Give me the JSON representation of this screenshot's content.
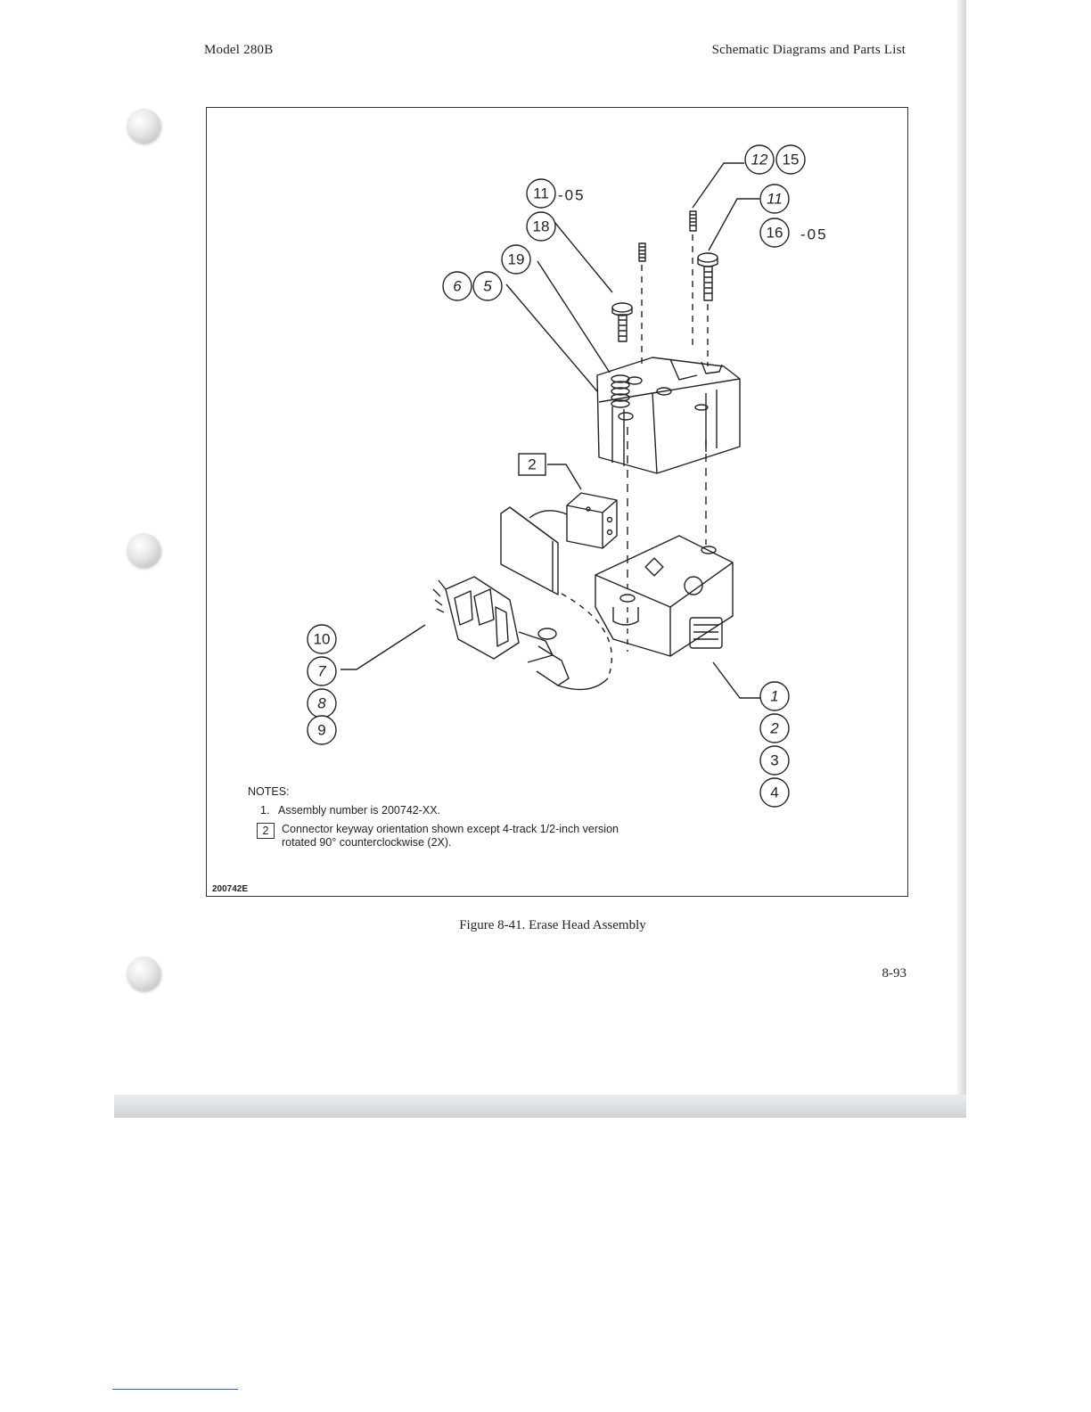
{
  "header": {
    "model": "Model 280B",
    "section": "Schematic Diagrams and Parts List"
  },
  "figure": {
    "callouts": {
      "c11a": "11",
      "c11a_suffix": "-05",
      "c18": "18",
      "c19": "19",
      "c6": "6",
      "c5": "5",
      "c12": "12",
      "c15": "15",
      "c11b": "11",
      "c16": "16",
      "c16_suffix": "-05",
      "c2box": "2",
      "c10": "10",
      "c7": "7",
      "c8": "8",
      "c9": "9",
      "c1": "1",
      "c2": "2",
      "c3": "3",
      "c4": "4"
    },
    "notes_title": "NOTES:",
    "notes": [
      {
        "marker": "1.",
        "text": "Assembly number is 200742-XX."
      },
      {
        "marker": "2",
        "text_line1": "Connector keyway orientation shown except 4-track 1/2-inch version",
        "text_line2": "rotated 90° counterclockwise (2X)."
      }
    ],
    "drawing_number": "200742E"
  },
  "caption": "Figure 8-41.  Erase Head Assembly",
  "page_number": "8-93"
}
